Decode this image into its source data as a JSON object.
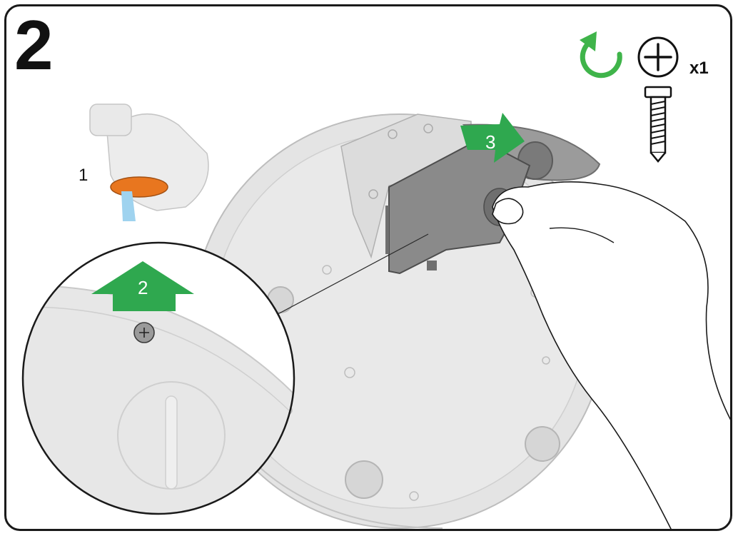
{
  "step": {
    "number": "2"
  },
  "callouts": {
    "step1": "1",
    "step2": "2",
    "step3": "3"
  },
  "hardware": {
    "quantity": "x1",
    "tool_icon": "phillips-screwdriver-icon",
    "rotate_icon": "counterclockwise-rotate-icon",
    "screw_icon": "screw-icon"
  },
  "colors": {
    "arrow_green": "#2fa84f",
    "rotate_green": "#3fb44a",
    "outline": "#1a1a1a",
    "part_gray": "#c8c8c8",
    "cover_gray": "#8a8a8a",
    "brush_orange": "#e8761f",
    "water_blue": "#9fd3ef"
  }
}
